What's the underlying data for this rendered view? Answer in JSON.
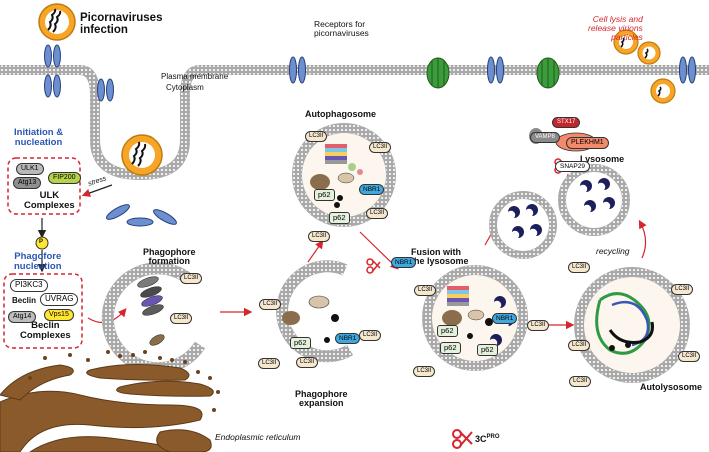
{
  "labels": {
    "infection": "Picornaviruses\ninfection",
    "receptors": "Receptors for\npicornaviruses",
    "lysis": "Cell lysis and\nrelease virions\nparticles",
    "plasma_membrane": "Plasma membrane",
    "cytoplasm": "Cytoplasm",
    "stress": "stress",
    "initiation": "Initiation &\nnucleation",
    "ulk_complexes": "ULK\nComplexes",
    "phagofore_nucleation": "Phagofore\nnucleation",
    "beclin_complexes": "Beclin\nComplexes",
    "phagophore_formation": "Phagophore\nformation",
    "autophagosome": "Autophagosome",
    "phagophore_expansion": "Phagophore\nexpansion",
    "fusion": "Fusion with\nthe lysosome",
    "lysosome": "Lysosome",
    "recycling": "recycling",
    "autolysosome": "Autolysosome",
    "er": "Endoplasmic reticulum",
    "brand": "3C",
    "brand_sup": "PRO",
    "p_symbol": "P"
  },
  "proteins": {
    "ulk1": "ULK1",
    "atg13": "Atg13",
    "fip200": "FIP200",
    "pi3kc3": "PI3KC3",
    "beclin": "Beclin",
    "uvrag": "UVRAG",
    "atg14": "Atg14",
    "vps15": "Vps15",
    "lc3ii": "LC3II",
    "p62": "p62",
    "nbr1": "NBR1",
    "stx17": "STX17",
    "vamp8": "VAMP8",
    "plekhm1": "PLEKHM1",
    "snap29": "SNAP29"
  },
  "colors": {
    "virus_capsid": "#f7a527",
    "complex_border": "#d6252d",
    "heading_blue": "#2b56b3",
    "receptor_blue": "#6d8fd0",
    "channel_green": "#3b9c3a",
    "er_brown": "#8a5a2b",
    "lysosome_navy": "#1c1f5c",
    "membrane_gray": "#c9c9c9",
    "fip200_green": "#b5d44a",
    "vps15_yellow": "#ffe631",
    "nbr1_blue": "#3fa9df",
    "lc3ii_fill": "#f6e7cf",
    "p62_fill": "#e4f1dc"
  }
}
